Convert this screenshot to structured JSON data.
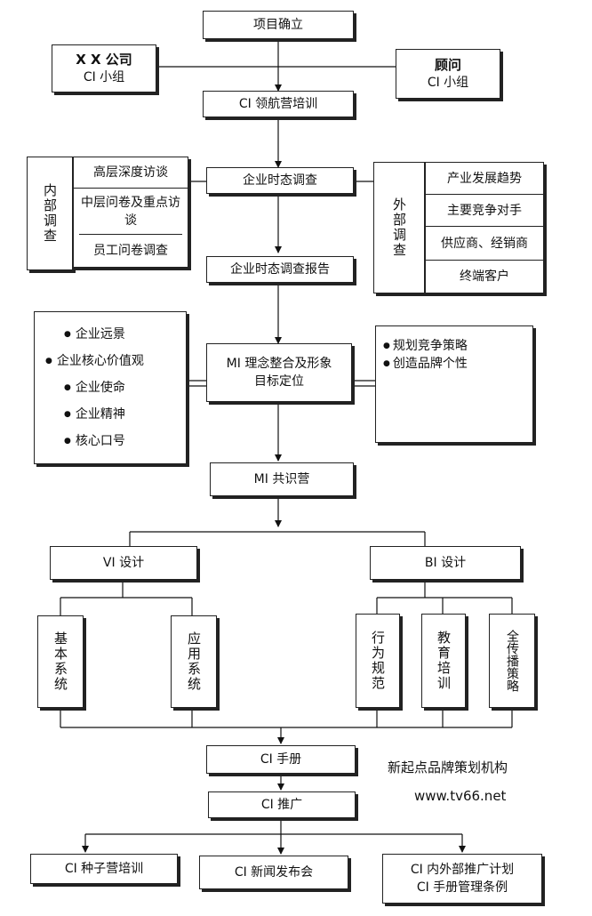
{
  "project_setup": "项目确立",
  "company_group": {
    "title": "X X 公司",
    "subtitle": "CI 小组"
  },
  "consultant_group": {
    "title": "顾问",
    "subtitle": "CI 小组"
  },
  "leader_training": "CI 领航营培训",
  "internal_survey": {
    "label": "内部调查",
    "items": [
      "高层深度访谈",
      "中层问卷及重点访谈",
      "员工问卷调查"
    ]
  },
  "status_survey": "企业时态调查",
  "external_survey": {
    "label": "外部调查",
    "items": [
      "产业发展趋势",
      "主要竞争对手",
      "供应商、经销商",
      "终端客户"
    ]
  },
  "survey_report": "企业时态调查报告",
  "mi_left_items": [
    "企业远景",
    "企业核心价值观",
    "企业使命",
    "企业精神",
    "核心口号"
  ],
  "mi_positioning": {
    "line1": "MI 理念整合及形象",
    "line2": "目标定位"
  },
  "mi_right_items": [
    "规划竞争策略",
    "创造品牌个性"
  ],
  "mi_camp": "MI 共识营",
  "vi_design": "VI 设计",
  "bi_design": "BI 设计",
  "vi_children": [
    "基本系统",
    "应用系统"
  ],
  "bi_children": [
    "行为规范",
    "教育培训",
    "全传播策略"
  ],
  "ci_manual": "CI 手册",
  "ci_promotion": "CI 推广",
  "watermark": {
    "name": "新起点品牌策划机构",
    "url": "www.tv66.net"
  },
  "final_items": {
    "seed_training": "CI 种子营培训",
    "press_conference": "CI 新闻发布会",
    "plan_line1": "CI 内外部推广计划",
    "plan_line2": "CI 手册管理条例"
  }
}
